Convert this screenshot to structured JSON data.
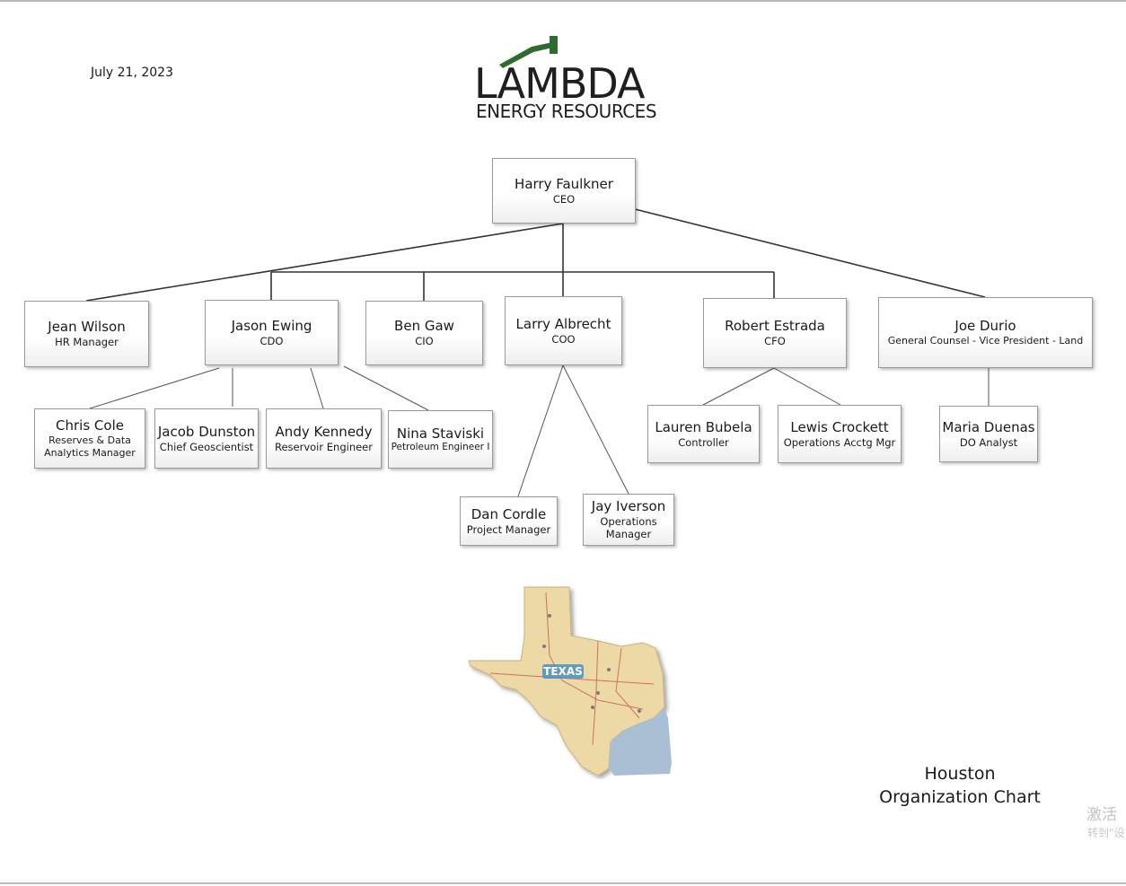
{
  "header": {
    "date": "July 21, 2023",
    "logo": {
      "word": "LAMBDA",
      "sub": "ENERGY RESOURCES",
      "accent_color": "#2e6b2e"
    }
  },
  "org": {
    "ceo": {
      "name": "Harry Faulkner",
      "title": "CEO"
    },
    "jean": {
      "name": "Jean Wilson",
      "title": "HR Manager"
    },
    "jason": {
      "name": "Jason Ewing",
      "title": "CDO"
    },
    "ben": {
      "name": "Ben Gaw",
      "title": "CIO"
    },
    "larry": {
      "name": "Larry Albrecht",
      "title": "COO"
    },
    "robert": {
      "name": "Robert Estrada",
      "title": "CFO"
    },
    "joe": {
      "name": "Joe Durio",
      "title": "General Counsel - Vice President - Land"
    },
    "chris": {
      "name": "Chris Cole",
      "title": "Reserves & Data Analytics Manager"
    },
    "jacob": {
      "name": "Jacob Dunston",
      "title": "Chief Geoscientist"
    },
    "andy": {
      "name": "Andy Kennedy",
      "title": "Reservoir Engineer"
    },
    "nina": {
      "name": "Nina Staviski",
      "title": "Petroleum Engineer I"
    },
    "lauren": {
      "name": "Lauren Bubela",
      "title": "Controller"
    },
    "lewis": {
      "name": "Lewis Crockett",
      "title": "Operations Acctg Mgr"
    },
    "maria": {
      "name": "Maria Duenas",
      "title": "DO Analyst"
    },
    "dan": {
      "name": "Dan Cordle",
      "title": "Project Manager"
    },
    "jay": {
      "name": "Jay Iverson",
      "title": "Operations Manager"
    }
  },
  "map": {
    "label": "TEXAS"
  },
  "caption": {
    "line1": "Houston",
    "line2": "Organization Chart"
  },
  "watermark": {
    "line1": "激活",
    "line2": "转到\"设"
  },
  "colors": {
    "connector": "#333333",
    "box_border": "#9a9a9a",
    "gulf": "#a9bfd3",
    "land": "#ecd9a6"
  }
}
